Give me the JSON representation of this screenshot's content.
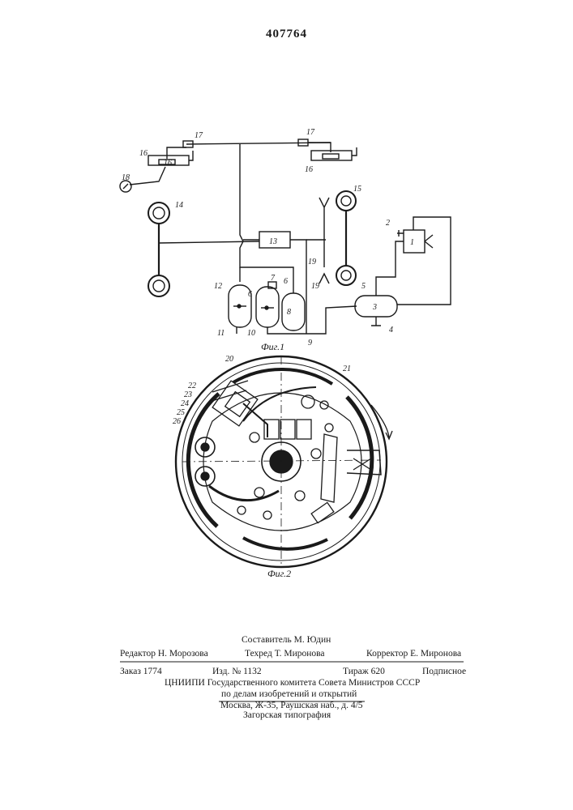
{
  "header": {
    "patent_number": "407764"
  },
  "figure1": {
    "caption": "Фиг.1",
    "labels": [
      "17",
      "17",
      "16",
      "16",
      "16",
      "18",
      "14",
      "15",
      "2",
      "1",
      "13",
      "19",
      "19",
      "12",
      "6",
      "7",
      "6",
      "8",
      "5",
      "3",
      "4",
      "11",
      "10",
      "9"
    ]
  },
  "figure2": {
    "caption": "Фиг.2",
    "labels": [
      "20",
      "21",
      "22",
      "23",
      "24",
      "25",
      "26"
    ]
  },
  "footer": {
    "editor": "Редактор Н. Морозова",
    "compiler": "Составитель М. Юдин",
    "techred": "Техред Т. Миронова",
    "corrector": "Корректор Е. Миронова",
    "order": "Заказ 1774",
    "edition": "Изд. № 1132",
    "circulation": "Тираж 620",
    "subscription": "Подписное",
    "org_line1": "ЦНИИПИ Государственного комитета Совета Министров СССР",
    "org_line2": "по делам изобретений и открытий",
    "address": "Москва, Ж-35, Раушская наб., д. 4/5",
    "printer": "Загорская типография"
  }
}
